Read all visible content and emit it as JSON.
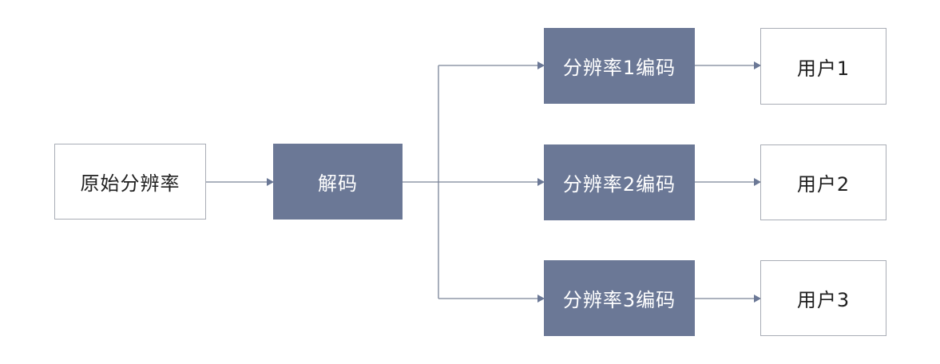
{
  "nodes": {
    "source": "原始分辨率",
    "decode": "解码",
    "encode1": "分辨率1编码",
    "encode2": "分辨率2编码",
    "encode3": "分辨率3编码",
    "user1": "用户1",
    "user2": "用户2",
    "user3": "用户3"
  },
  "colors": {
    "process_box": "#6b7896",
    "connector": "#7a8498",
    "border": "#a9adb6"
  }
}
